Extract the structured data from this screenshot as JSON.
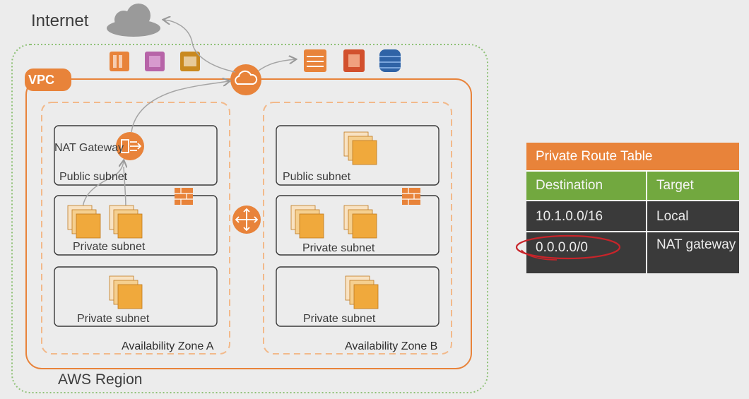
{
  "diagram": {
    "internet_label": "Internet",
    "vpc_label": "VPC",
    "region_label": "AWS Region",
    "nat_gateway_label": "NAT Gateway",
    "zones": [
      {
        "label": "Availability Zone A",
        "subnets": [
          "Public subnet",
          "Private subnet",
          "Private subnet"
        ]
      },
      {
        "label": "Availability Zone B",
        "subnets": [
          "Public subnet",
          "Private subnet",
          "Private subnet"
        ]
      }
    ],
    "colors": {
      "accent": "#e8833a",
      "header_green": "#72a83f",
      "row_dark": "#3a3a3a",
      "highlight_red": "#c8242a",
      "region_border": "#8fc177"
    }
  },
  "route_table": {
    "title": "Private Route Table",
    "headers": [
      "Destination",
      "Target"
    ],
    "rows": [
      {
        "destination": "10.1.0.0/16",
        "target": "Local"
      },
      {
        "destination": "0.0.0.0/0",
        "target": "NAT gateway"
      }
    ]
  }
}
